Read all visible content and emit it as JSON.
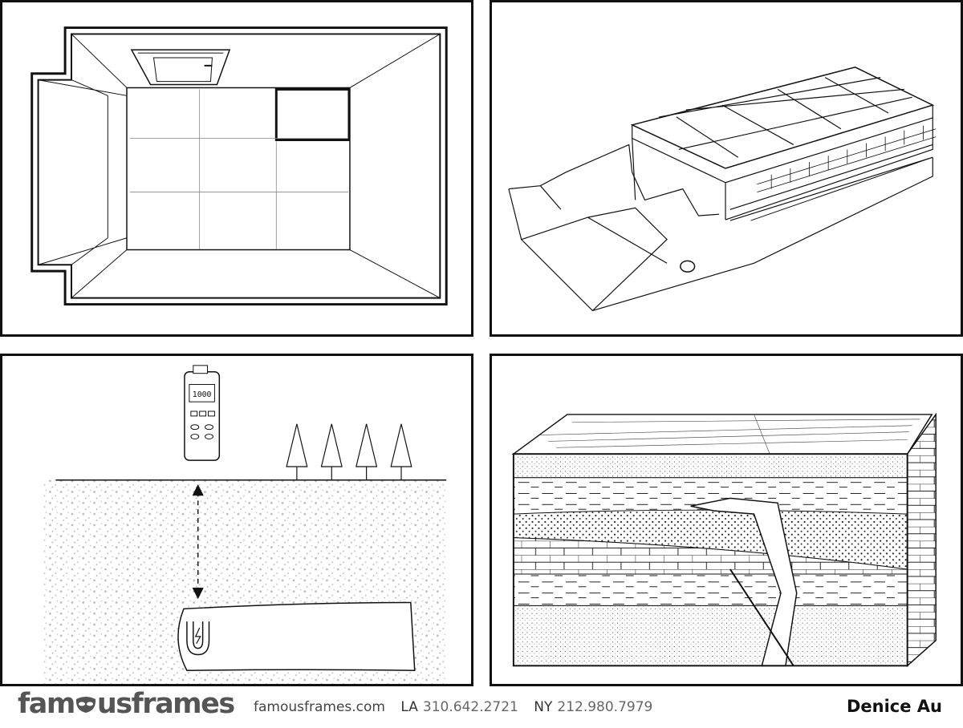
{
  "panels": [
    {
      "name": "room-floorplan-panel"
    },
    {
      "name": "foundation-cutaway-panel"
    },
    {
      "name": "underground-detector-panel",
      "meter_reading": "1000"
    },
    {
      "name": "geologic-cross-section-panel"
    }
  ],
  "footer": {
    "logo": {
      "left": "fam",
      "right": "usframes"
    },
    "website": "famousframes.com",
    "la_label": "LA",
    "la_phone": "310.642.2721",
    "ny_label": "NY",
    "ny_phone": "212.980.7979",
    "artist": "Denice Au"
  },
  "colors": {
    "ink": "#111111",
    "logo": "#555555",
    "paper": "#ffffff"
  }
}
